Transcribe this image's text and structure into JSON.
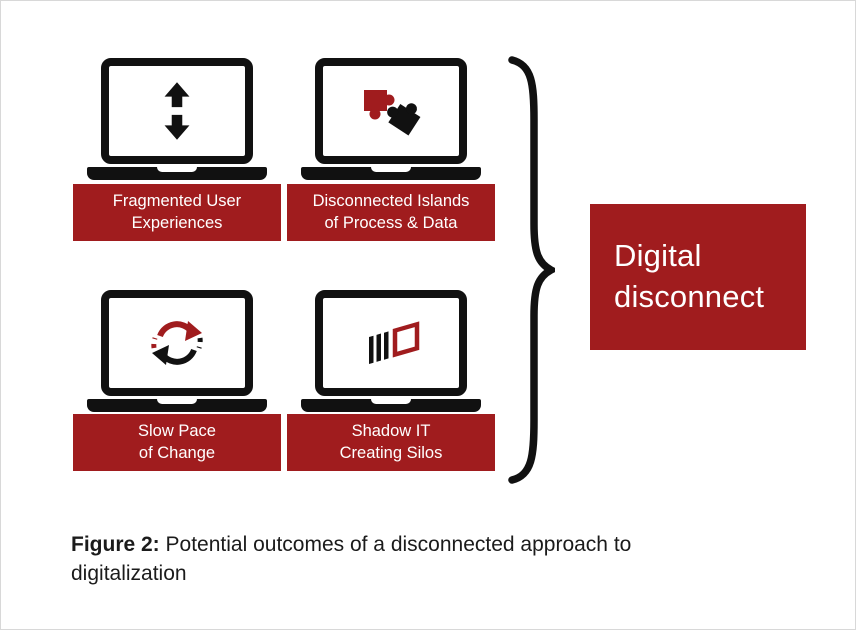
{
  "figure": {
    "cards": [
      {
        "icon": "arrows-up-down-icon",
        "line1": "Fragmented User",
        "line2": "Experiences"
      },
      {
        "icon": "puzzle-pieces-icon",
        "line1": "Disconnected Islands",
        "line2": "of Process & Data"
      },
      {
        "icon": "cycle-arrows-icon",
        "line1": "Slow Pace",
        "line2": "of Change"
      },
      {
        "icon": "layered-squares-icon",
        "line1": "Shadow IT",
        "line2": "Creating Silos"
      }
    ],
    "result": {
      "line1": "Digital",
      "line2": "disconnect"
    },
    "caption": {
      "label": "Figure 2:",
      "text": " Potential outcomes of a disconnected approach to digitalization"
    }
  },
  "colors": {
    "accent_red": "#A01C1E",
    "icon_black": "#111111",
    "text_white": "#FFFFFF"
  }
}
